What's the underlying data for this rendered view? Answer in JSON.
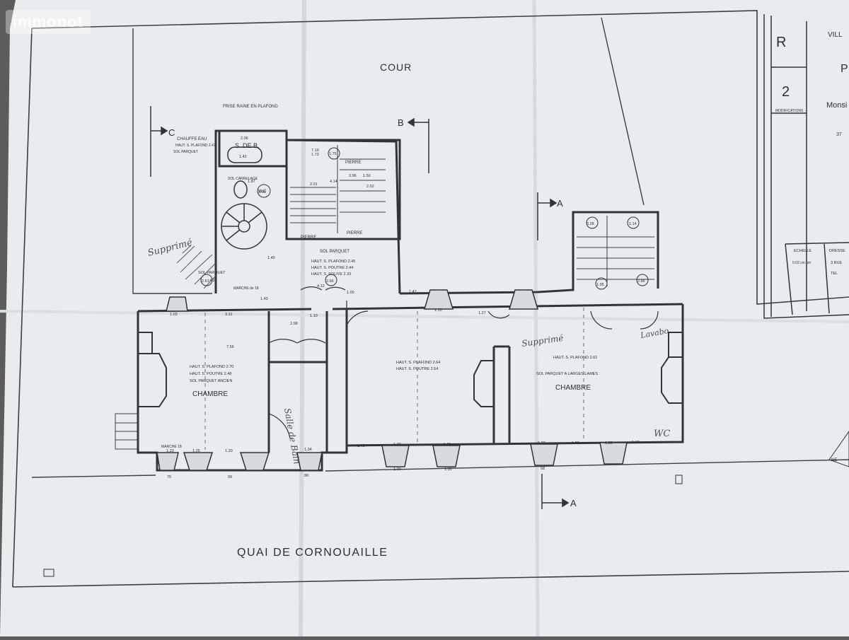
{
  "watermark": "immonot",
  "labels": {
    "cour": "COUR",
    "quai": "QUAI DE CORNOUAILLE",
    "chambre_left": "CHAMBRE",
    "chambre_right": "CHAMBRE",
    "sdb": "S. DE B.",
    "wc_box": "W.C",
    "frise": "FRISE RAINE EN PLAFOND",
    "chauffe_eau": "CHAUFFE EAU",
    "haut_plafond_sdb": "HAUT. S. PLAFOND 2.47",
    "sol_parquet_sdb": "SOL PARQUET",
    "pierre_top": "PIERRE",
    "pierre_bottom": "PIERRE",
    "pierre_left": "PIERRE",
    "sol_carrelage": "SOL CARRELAGE",
    "sol_parquet_hall": "SOL PARQUET",
    "hall_h1": "HAUT. S. PLAFOND 2.45",
    "hall_h2": "HAUT. S. POUTRE 2.44",
    "hall_h3": "HAUT. S. SOLIVE 2.33",
    "sol_parquet_small": "SOL PARQUET",
    "marche_top": "MARCHE de 18",
    "left_h1": "HAUT. S. PLAFOND 2.70",
    "left_h2": "HAUT. S. POUTRE 2.48",
    "left_h3": "SOL PARQUET ANCIEN",
    "marche_left": "MARCHE 18",
    "mid_h1": "HAUT. S. PLAFOND 2.64",
    "mid_h2": "HAUT. S. POUTRE 2.54",
    "right_h1": "HAUT. S. PLAFOND 2.62",
    "right_h2": "SOL PARQUET A LARGES LAMES"
  },
  "section_marks": {
    "c": "C",
    "b": "B",
    "a_top": "A",
    "a_bottom": "A"
  },
  "handwriting": {
    "supprime_left": "Supprimé",
    "supprime_right": "Supprimé",
    "salle_de_bain": "Salle de Bain",
    "wc": "WC",
    "lavabo": "Lavabo"
  },
  "dims": {
    "r1": "3.31",
    "r2": "2.58",
    "r3": "7.56",
    "r4": "1.10",
    "r5": "1.27",
    "r6": "1.47",
    "r7": "1.10",
    "r8": "1.03",
    "r9": "4.12",
    "r10": "4.28",
    "r11": "1.43",
    "b1": "1.23",
    "b2": "1.20",
    "b3": "1.25",
    "b4": "1.34",
    "b5": "1.43",
    "b6": "1.30",
    "b7": "1.23",
    "b8": "1.25",
    "b9": "1.00",
    "b10": "1.28",
    "b11": "1.13",
    "f1": "75",
    "f2": "99",
    "f3": "80",
    "f4": "1.00",
    "f5": "1.00",
    "f6": "58",
    "h1": "1.73",
    "h2": "2.01",
    "h3": "4.14",
    "h4": "1.50",
    "h5": "3.96",
    "h6": "2.02",
    "c1": "1.75",
    "c2": "3.00",
    "c3": "2.61",
    "c4": "2.66",
    "c5": "3.28",
    "c6": "1.14",
    "c7": "1.95",
    "c8": "2.86",
    "t1": "7.19",
    "t2": "1.42",
    "t3": "2.06",
    "t4": "1.87",
    "t5": "1.40",
    "t6": "1.00"
  },
  "title_block": {
    "r": "R",
    "two": "2",
    "modif": "MODIFICATIONS",
    "ville": "VILL",
    "p": "P",
    "monsieur": "Monsi",
    "num": "37",
    "echelle": "ECHELLE",
    "echelle_val": "0.02 cm pm",
    "dresse": "DRESSE",
    "rue": "3 RUE",
    "tel": "TEL",
    "compass": "NE"
  }
}
